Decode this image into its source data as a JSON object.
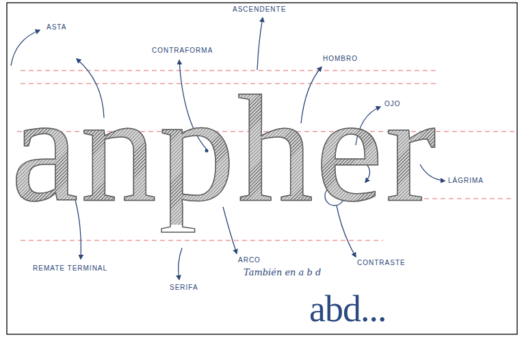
{
  "diagram": {
    "labels": [
      "ASTA",
      "CONTRAFORMA",
      "ASCENDENTE",
      "HOMBRO",
      "OJO",
      "LÁGRIMA",
      "REMATE TERMINAL",
      "SERIFA",
      "ARCO",
      "También en a b d",
      "CONTRASTE",
      "anpher",
      "abd..."
    ]
  }
}
